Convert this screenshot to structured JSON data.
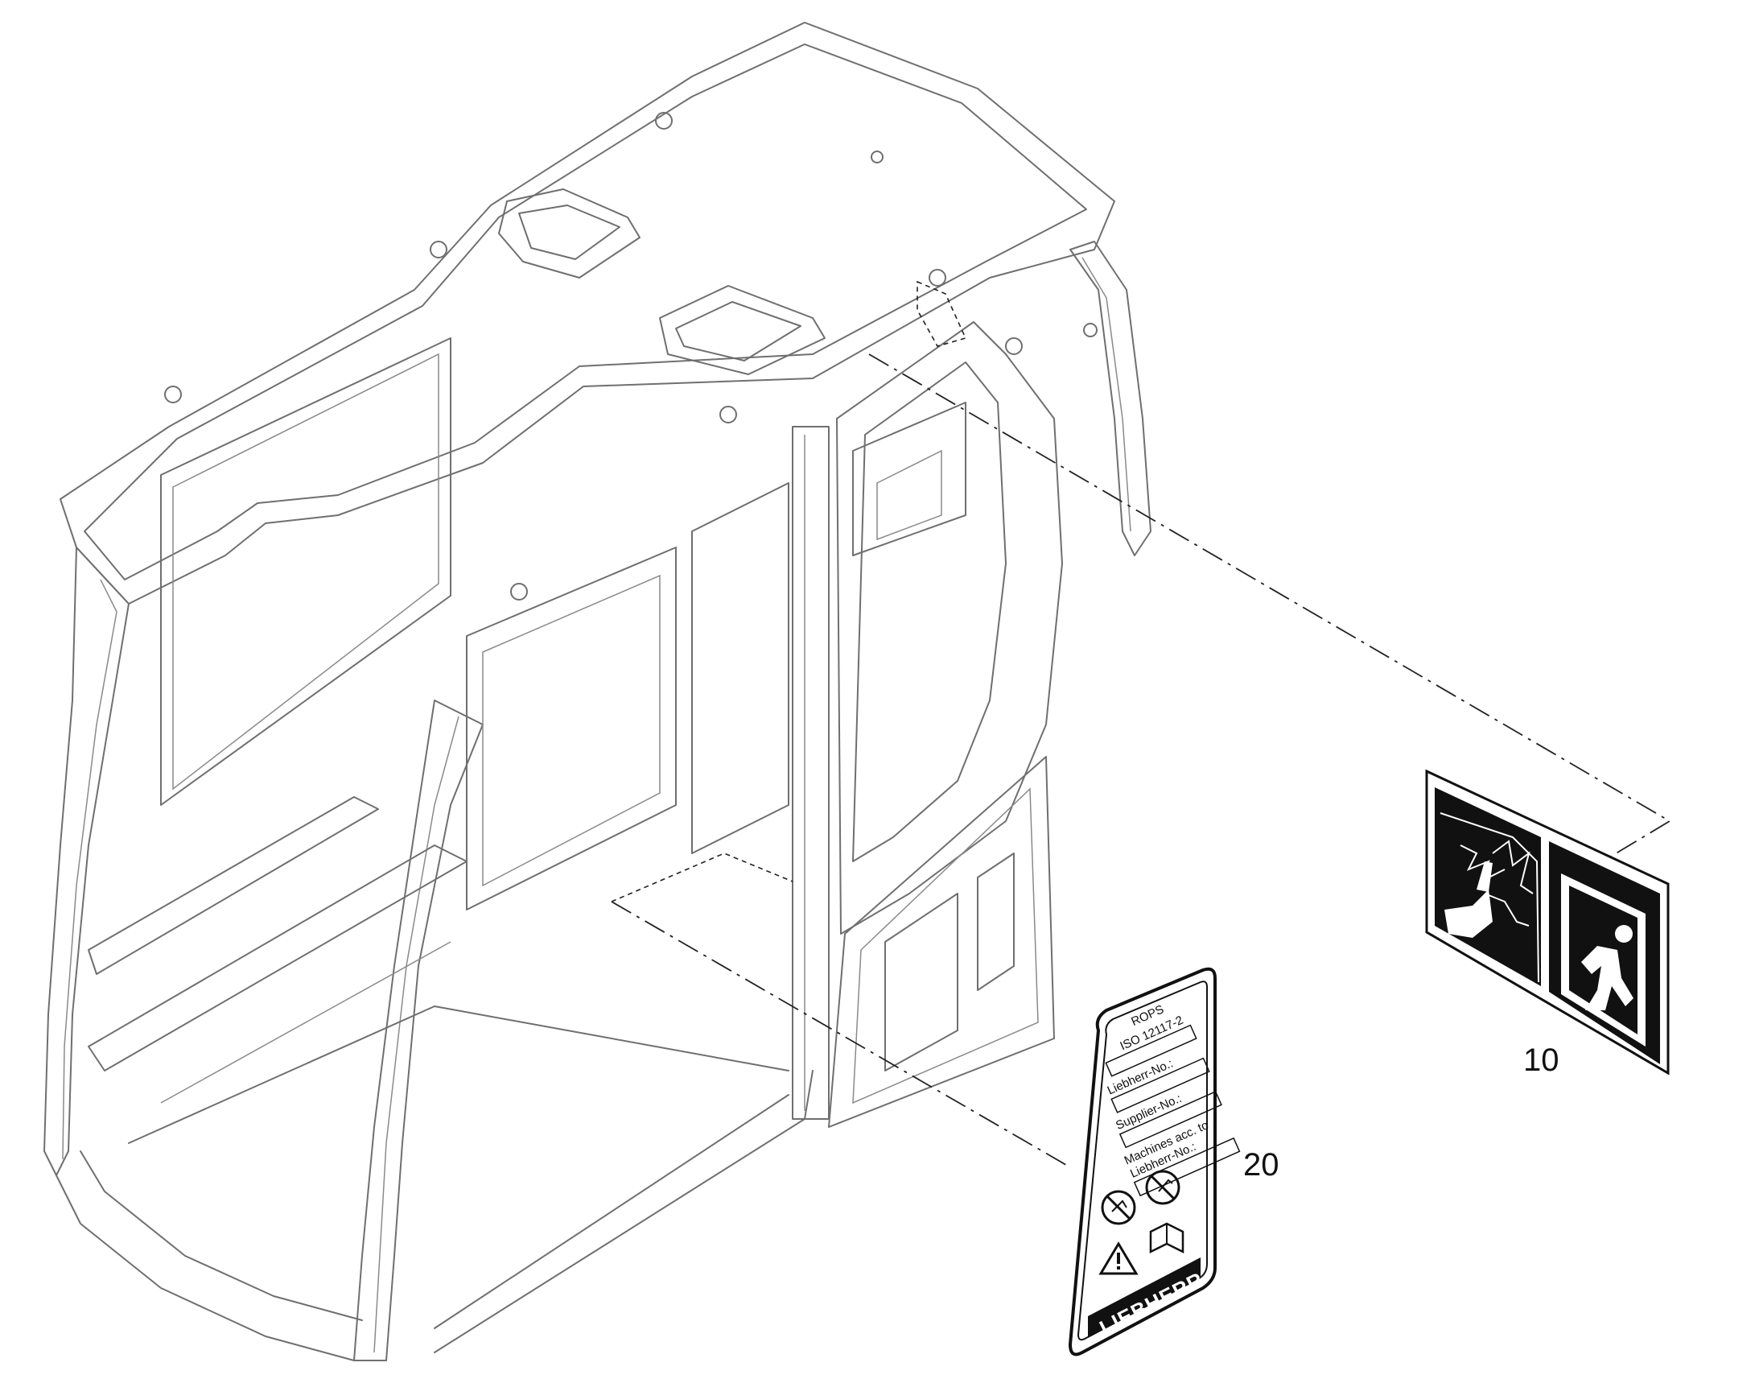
{
  "callouts": {
    "emergency_exit_decal": "10",
    "rops_plate": "20"
  },
  "rops_plate": {
    "title": "ROPS",
    "standard": "ISO 12117-2",
    "fields": [
      "Liebherr-No.:",
      "Supplier-No.:",
      "Machines acc. to",
      "Liebherr-No.:"
    ],
    "brand": "LIEBHERR"
  },
  "icons": {
    "decal_left": "hammer-glass-break-icon",
    "decal_right": "emergency-exit-runner-icon",
    "plate_no_weld": "no-welding-icon",
    "plate_no_drill": "no-drilling-icon",
    "plate_warning": "warning-triangle-icon",
    "plate_manual": "read-manual-icon"
  },
  "colors": {
    "line": "#6f6f6f",
    "ink": "#111111",
    "background": "#ffffff"
  }
}
